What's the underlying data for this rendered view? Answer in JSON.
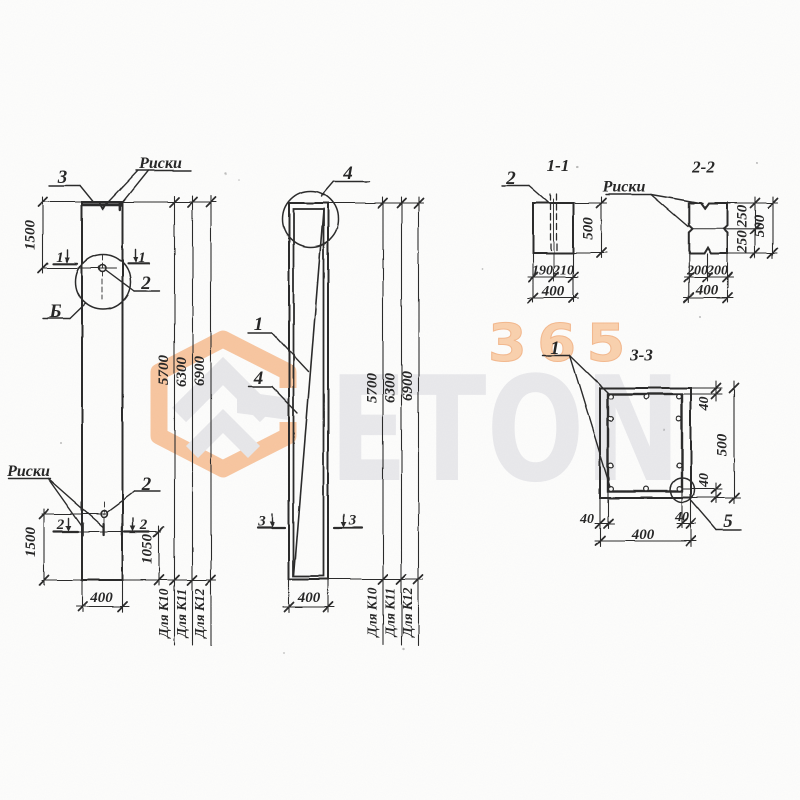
{
  "document": {
    "kind": "scanned structural drawing of reinforced concrete column",
    "ink_color": "#2b2b2b",
    "paper_color": "#fdfdfc"
  },
  "watermark": {
    "number": "365",
    "brand": "ETON",
    "logo": "hexagon-isometric-logo",
    "orange_color": "#f8c9a4",
    "gray_color": "#e9e9ec"
  },
  "elevation_a": {
    "riski_top": "Риски",
    "item_3": "3",
    "dim_top": "1500",
    "section_1_left": "1",
    "section_1_right": "1",
    "item_2_top": "2",
    "item_b": "Б",
    "riski_bottom": "Риски",
    "item_2_bottom": "2",
    "section_2_left": "2",
    "section_2_right": "2",
    "dim_bottom": "1500",
    "dim_riska": "1050",
    "dim_width": "400",
    "heights": [
      "5700",
      "6300",
      "6900"
    ],
    "series": [
      "Для К10",
      "Для К11",
      "Для К12"
    ]
  },
  "elevation_b": {
    "item_4_top": "4",
    "item_1": "1",
    "item_4_side": "4",
    "section_3_left": "3",
    "section_3_right": "3",
    "dim_width": "400",
    "heights": [
      "5700",
      "6300",
      "6900"
    ],
    "series": [
      "Для К10",
      "Для К11",
      "Для К12"
    ]
  },
  "section_1_1": {
    "title": "1-1",
    "item_2": "2",
    "dim_height": "500",
    "dim_left": "190",
    "dim_right": "210",
    "dim_width": "400"
  },
  "section_2_2": {
    "title": "2-2",
    "riski": "Риски",
    "dim_upper": "250",
    "dim_lower": "250",
    "dim_height": "500",
    "dim_left": "200",
    "dim_right": "200",
    "dim_width": "400"
  },
  "section_3_3": {
    "title": "3-3",
    "item_1": "1",
    "item_5": "5",
    "dim_cover_top": "40",
    "dim_height": "500",
    "dim_cover_right": "40",
    "dim_cover_left": "40",
    "dim_cover_bottom": "40",
    "dim_width": "400"
  }
}
